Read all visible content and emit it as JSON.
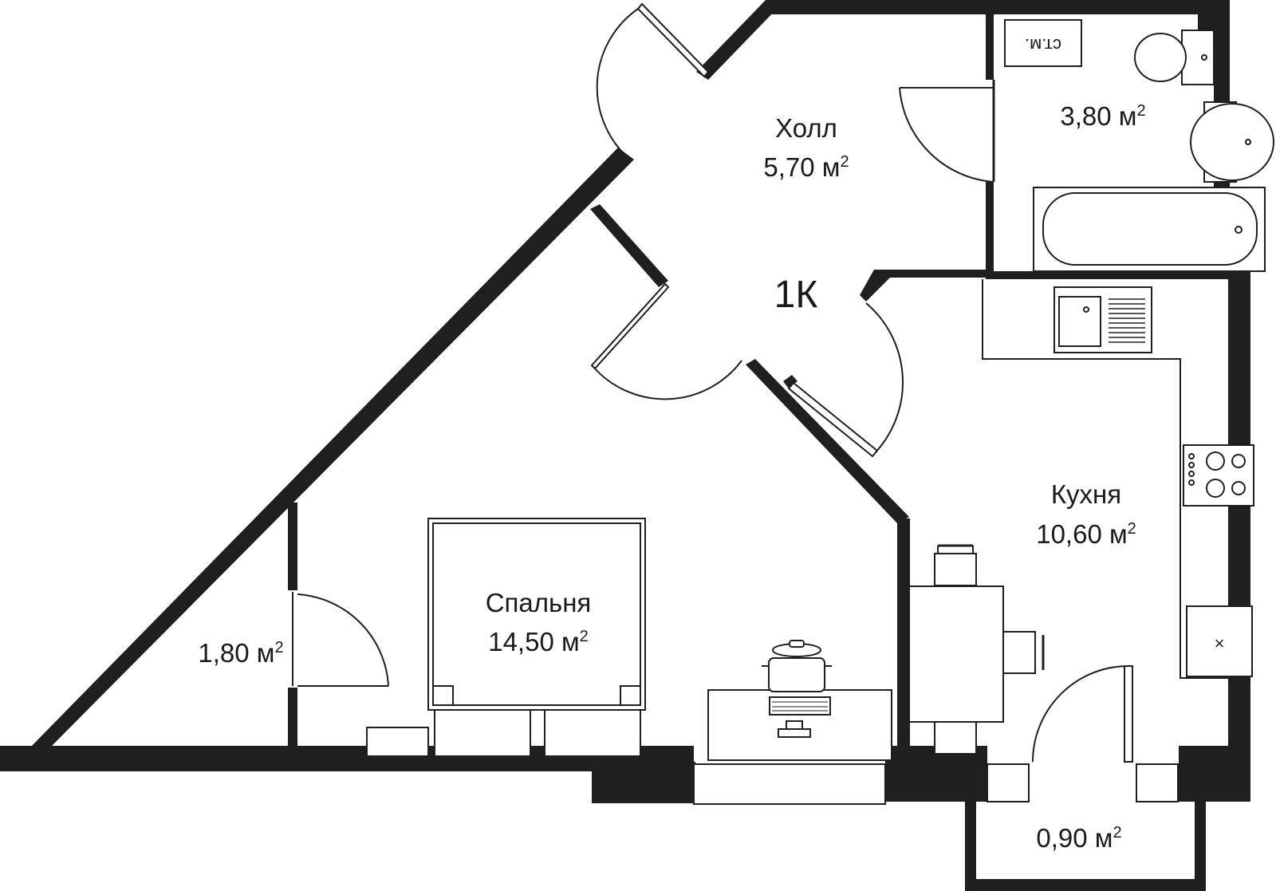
{
  "plan": {
    "unit_label": "1К",
    "rooms": {
      "hall": {
        "name": "Холл",
        "area": "5,70 м",
        "sup": "2"
      },
      "bathroom": {
        "area": "3,80 м",
        "sup": "2"
      },
      "kitchen": {
        "name": "Кухня",
        "area": "10,60 м",
        "sup": "2"
      },
      "bedroom": {
        "name": "Спальня",
        "area": "14,50 м",
        "sup": "2"
      },
      "storage": {
        "area": "1,80 м",
        "sup": "2"
      },
      "balcony": {
        "area": "0,90 м",
        "sup": "2"
      }
    },
    "washer_label": "ст.м.",
    "fridge_mark": "×"
  },
  "colors": {
    "wall": "#1f1f1f",
    "background": "#ffffff"
  }
}
